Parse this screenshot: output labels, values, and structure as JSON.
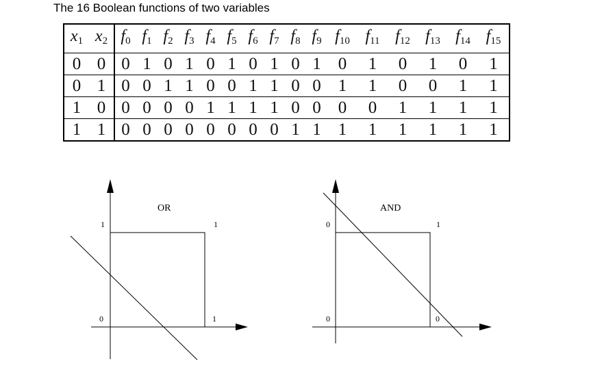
{
  "title": "The 16 Boolean functions of two variables",
  "table": {
    "header_vars": [
      {
        "base": "x",
        "sub": "1"
      },
      {
        "base": "x",
        "sub": "2"
      }
    ],
    "header_funcs": [
      {
        "base": "f",
        "sub": "0"
      },
      {
        "base": "f",
        "sub": "1"
      },
      {
        "base": "f",
        "sub": "2"
      },
      {
        "base": "f",
        "sub": "3"
      },
      {
        "base": "f",
        "sub": "4"
      },
      {
        "base": "f",
        "sub": "5"
      },
      {
        "base": "f",
        "sub": "6"
      },
      {
        "base": "f",
        "sub": "7"
      },
      {
        "base": "f",
        "sub": "8"
      },
      {
        "base": "f",
        "sub": "9"
      },
      {
        "base": "f",
        "sub": "10"
      },
      {
        "base": "f",
        "sub": "11"
      },
      {
        "base": "f",
        "sub": "12"
      },
      {
        "base": "f",
        "sub": "13"
      },
      {
        "base": "f",
        "sub": "14"
      },
      {
        "base": "f",
        "sub": "15"
      }
    ],
    "rows": [
      {
        "vars": [
          "0",
          "0"
        ],
        "vals": [
          "0",
          "1",
          "0",
          "1",
          "0",
          "1",
          "0",
          "1",
          "0",
          "1",
          "0",
          "1",
          "0",
          "1",
          "0",
          "1"
        ]
      },
      {
        "vars": [
          "0",
          "1"
        ],
        "vals": [
          "0",
          "0",
          "1",
          "1",
          "0",
          "0",
          "1",
          "1",
          "0",
          "0",
          "1",
          "1",
          "0",
          "0",
          "1",
          "1"
        ]
      },
      {
        "vars": [
          "1",
          "0"
        ],
        "vals": [
          "0",
          "0",
          "0",
          "0",
          "1",
          "1",
          "1",
          "1",
          "0",
          "0",
          "0",
          "0",
          "1",
          "1",
          "1",
          "1"
        ]
      },
      {
        "vars": [
          "1",
          "1"
        ],
        "vals": [
          "0",
          "0",
          "0",
          "0",
          "0",
          "0",
          "0",
          "0",
          "1",
          "1",
          "1",
          "1",
          "1",
          "1",
          "1",
          "1"
        ]
      }
    ]
  },
  "diagrams": {
    "or": {
      "label": "OR",
      "corner_labels": {
        "top_left": "1",
        "top_right": "1",
        "bottom_left": "0",
        "bottom_right": "1"
      }
    },
    "and": {
      "label": "AND",
      "corner_labels": {
        "top_left": "0",
        "top_right": "1",
        "bottom_left": "0",
        "bottom_right": "0"
      }
    }
  }
}
